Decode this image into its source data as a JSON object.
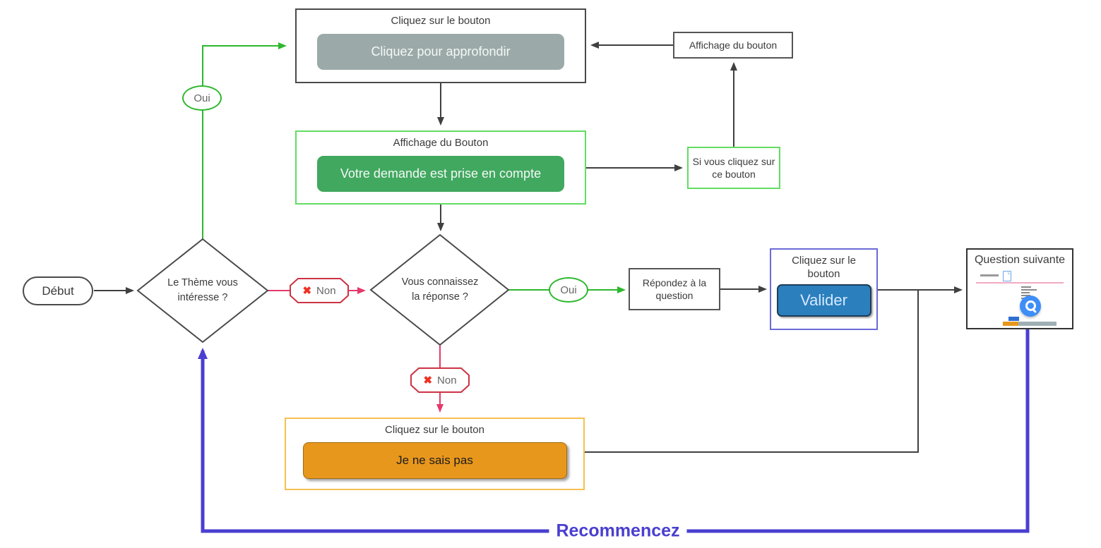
{
  "colors": {
    "line_dark": "#404040",
    "line_green": "#2db82d",
    "line_crimson": "#e5396b",
    "line_blue": "#4a3fd0",
    "green_box_border": "#62dd62",
    "blue_box_border": "#6a6ad8",
    "orange_box_border": "#f6c050",
    "button_gray": "#9baaa9",
    "button_green": "#41a85f",
    "button_blue": "#2b7fbd",
    "button_orange": "#e8971d",
    "badge_red_border": "#cc3344"
  },
  "icons": {
    "x_mark": "✖",
    "magnifier": "magnifier-in-blue-circle"
  },
  "flow": {
    "start": {
      "label": "Début"
    },
    "decision_theme": {
      "label": "Le Thème vous intéresse ?"
    },
    "oui_top": {
      "label": "Oui"
    },
    "non_right": {
      "label": "Non"
    },
    "box_approfondir": {
      "title": "Cliquez sur le bouton",
      "button_label": "Cliquez pour approfondir"
    },
    "box_demande": {
      "title": "Affichage du Bouton",
      "button_label": "Votre demande est prise en compte"
    },
    "box_affichage_bouton": {
      "label": "Affichage du bouton"
    },
    "box_si_cliquez": {
      "label": "Si vous cliquez sur ce bouton"
    },
    "decision_reponse": {
      "label": "Vous connaissez la réponse ?"
    },
    "oui_right": {
      "label": "Oui"
    },
    "non_down": {
      "label": "Non"
    },
    "box_repondez": {
      "label": "Répondez à la question"
    },
    "box_valider": {
      "title": "Cliquez sur le bouton",
      "button_label": "Valider"
    },
    "box_question_suivante": {
      "title": "Question suivante"
    },
    "box_sais_pas": {
      "title": "Cliquez sur le bouton",
      "button_label": "Je ne sais pas"
    },
    "loop_label": "Recommencez"
  }
}
